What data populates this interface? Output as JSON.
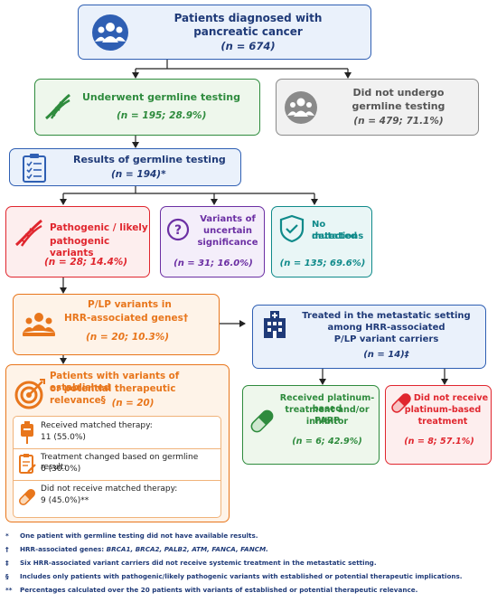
{
  "colors": {
    "blue": "#2f5fb3",
    "blue_fill": "#eaf1fb",
    "green": "#2e8b3d",
    "green_fill": "#eef7ec",
    "gray": "#8a8a8a",
    "gray_fill": "#f1f1f1",
    "red": "#e0262e",
    "red_fill": "#fdeeee",
    "purple": "#6b2fa3",
    "purple_fill": "#f4eefa",
    "teal": "#0f8a8a",
    "teal_fill": "#e9f6f6",
    "orange": "#e8761c",
    "orange_fill": "#fef3e8"
  },
  "top": {
    "line1": "Patients diagnosed with",
    "line2": "pancreatic cancer",
    "n": "(n = 674)"
  },
  "tested": {
    "title": "Underwent germline testing",
    "n": "(n = 195; 28.9%)"
  },
  "not_tested": {
    "line1": "Did not undergo",
    "line2": "germline testing",
    "n": "(n = 479; 71.1%)"
  },
  "results": {
    "title": "Results of germline testing",
    "n": "(n = 194)*"
  },
  "plp": {
    "line1": "Pathogenic / likely",
    "line2": "pathogenic variants",
    "n": "(n = 28; 14.4%)"
  },
  "vus": {
    "line1": "Variants of",
    "line2": "uncertain",
    "line3": "significance",
    "n": "(n = 31; 16.0%)"
  },
  "nomut": {
    "line1": "No mutations",
    "line2": "detected",
    "n": "(n = 135; 69.6%)"
  },
  "hrr": {
    "line1": "P/LP variants in",
    "line2": "HRR-associated genes†",
    "n": "(n = 20; 10.3%)"
  },
  "metastatic": {
    "line1": "Treated in the metastatic setting",
    "line2": "among HRR-associated",
    "line3": "P/LP variant carriers",
    "n": "(n = 14)‡"
  },
  "relevance": {
    "line1": "Patients with variants of established",
    "line2": "or potential therapeutic relevance§",
    "n": "(n = 20)",
    "items": [
      {
        "label": "Received matched therapy:",
        "value": "11 (55.0%)"
      },
      {
        "label": "Treatment changed based on germline result:",
        "value": "6 (30.0%)"
      },
      {
        "label": "Did not receive matched therapy:",
        "value": "9 (45.0%)**"
      }
    ]
  },
  "platinum_yes": {
    "line1": "Received platinum-based",
    "line2": "treatment and/or PARP",
    "line3": "inhibitor",
    "n": "(n = 6; 42.9%)"
  },
  "platinum_no": {
    "line1": "Did not receive",
    "line2": "platinum-based",
    "line3": "treatment",
    "n": "(n = 8; 57.1%)"
  },
  "footnotes": [
    {
      "mark": "*",
      "text": "One patient with germline testing did not have available results."
    },
    {
      "mark": "†",
      "text": "HRR-associated genes: ",
      "genes": "BRCA1, BRCA2, PALB2, ATM, FANCA, FANCM."
    },
    {
      "mark": "‡",
      "text": "Six HRR-associated variant carriers did not receive systemic treatment in the metastatic setting."
    },
    {
      "mark": "§",
      "text": "Includes only patients with pathogenic/likely pathogenic variants with established or potential therapeutic implications."
    },
    {
      "mark": "**",
      "text": "Percentages calculated over the 20 patients with variants of established or potential therapeutic relevance."
    }
  ]
}
